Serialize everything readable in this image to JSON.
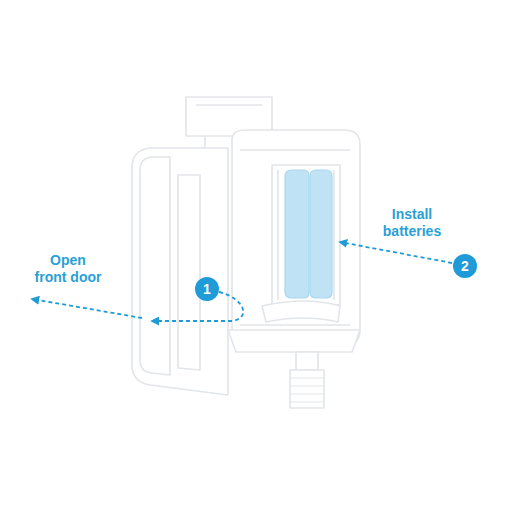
{
  "diagram": {
    "nodes": [
      {
        "text": [
          "1"
        ]
      },
      {
        "text": [
          "2"
        ]
      }
    ],
    "labels": [
      "Open front door",
      "Install batteries"
    ]
  }
}
